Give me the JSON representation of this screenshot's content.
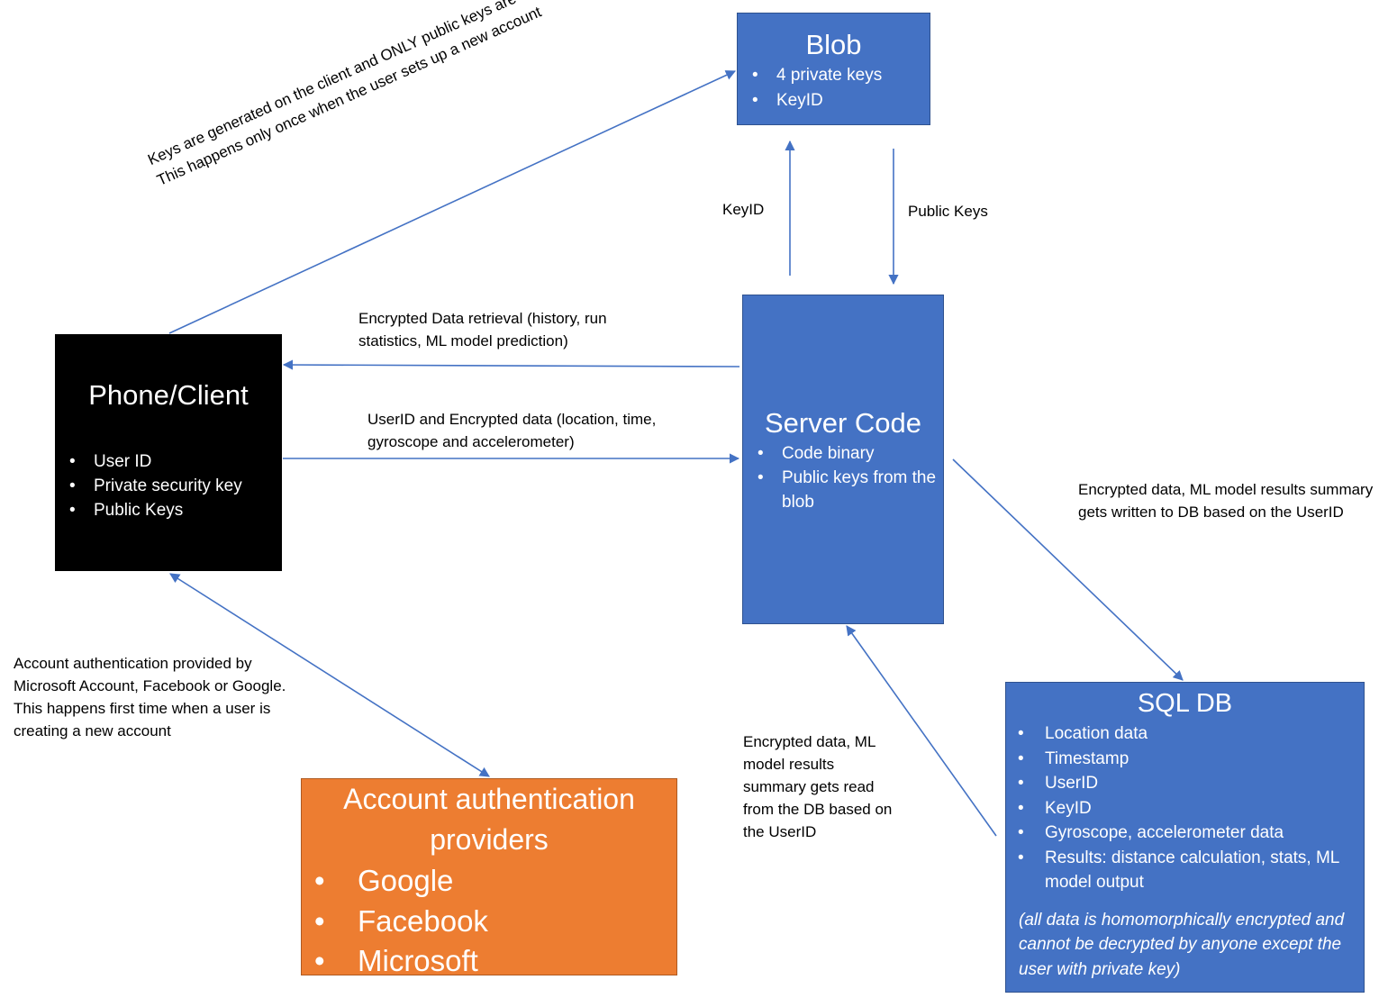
{
  "colors": {
    "blue_box": "#4472c4",
    "blue_border": "#2f528f",
    "phone_box": "#000000",
    "auth_box": "#ed7d31",
    "arrow": "#4472c4"
  },
  "blob": {
    "title": "Blob",
    "items": [
      "4 private keys",
      "KeyID"
    ]
  },
  "server": {
    "title": "Server Code",
    "items": [
      "Code binary",
      "Public keys from the blob"
    ]
  },
  "phone": {
    "title": "Phone/Client",
    "items": [
      "User ID",
      "Private security key",
      "Public Keys"
    ]
  },
  "sqldb": {
    "title": "SQL DB",
    "items": [
      "Location data",
      "Timestamp",
      "UserID",
      "KeyID",
      "Gyroscope, accelerometer data",
      "Results: distance calculation, stats, ML model output"
    ],
    "note": "(all data is homomorphically encrypted and cannot be decrypted by anyone except the user with private key)"
  },
  "auth": {
    "title": "Account authentication providers",
    "items": [
      "Google",
      "Facebook",
      "Microsoft"
    ]
  },
  "labels": {
    "keys_generated": "Keys are generated on the client and ONLY public keys are moved to Blob. This happens only once when the user sets up a new account",
    "keyid": "KeyID",
    "public_keys": "Public Keys",
    "data_retrieval": "Encrypted Data retrieval (history, run statistics, ML model prediction)",
    "userid_data": "UserID and Encrypted data (location, time, gyroscope and accelerometer)",
    "db_write": "Encrypted data, ML model results summary gets written to DB based on the UserID",
    "db_read": "Encrypted data, ML model results summary gets read from the DB based on the UserID",
    "account_auth": "Account authentication provided by Microsoft Account, Facebook or Google. This happens first time when a user is creating a new account"
  }
}
